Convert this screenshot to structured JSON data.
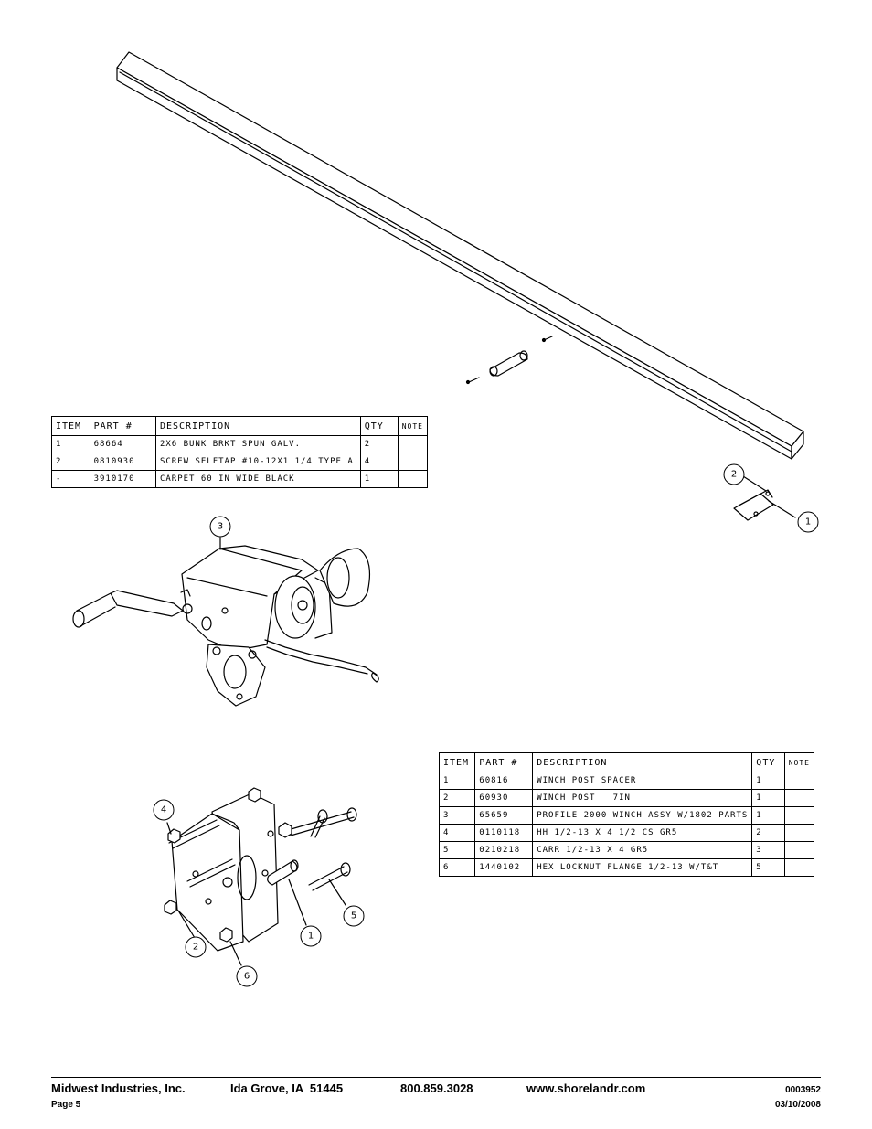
{
  "table_top": {
    "headers": [
      "ITEM",
      "PART #",
      "DESCRIPTION",
      "QTY",
      "NOTE"
    ],
    "rows": [
      [
        "1",
        "68664",
        "2X6 BUNK BRKT SPUN GALV.",
        "2",
        ""
      ],
      [
        "2",
        "0810930",
        "SCREW SELFTAP #10-12X1 1/4 TYPE A",
        "4",
        ""
      ],
      [
        "-",
        "3910170",
        "CARPET 60 IN WIDE BLACK",
        "1",
        ""
      ]
    ]
  },
  "table_bottom": {
    "headers": [
      "ITEM",
      "PART #",
      "DESCRIPTION",
      "QTY",
      "NOTE"
    ],
    "rows": [
      [
        "1",
        "60816",
        "WINCH POST SPACER",
        "1",
        ""
      ],
      [
        "2",
        "60930",
        "WINCH POST   7IN",
        "1",
        ""
      ],
      [
        "3",
        "65659",
        "PROFILE 2000 WINCH ASSY W/1802 PARTS",
        "1",
        ""
      ],
      [
        "4",
        "0110118",
        "HH 1/2-13 X 4 1/2 CS GR5",
        "2",
        ""
      ],
      [
        "5",
        "0210218",
        "CARR 1/2-13 X 4 GR5",
        "3",
        ""
      ],
      [
        "6",
        "1440102",
        "HEX LOCKNUT FLANGE 1/2-13 W/T&T",
        "5",
        ""
      ]
    ]
  },
  "callouts": {
    "bunk_item2": "2",
    "bunk_item1": "1",
    "winch_item3": "3",
    "post_item4": "4",
    "post_item2": "2",
    "post_item6": "6",
    "post_item1": "1",
    "post_item5": "5"
  },
  "footer": {
    "company": "Midwest Industries, Inc.",
    "city": "Ida Grove, IA  51445",
    "phone": "800.859.3028",
    "website": "www.shorelandr.com",
    "page": "Page 5",
    "doc_number": "0003952",
    "date": "03/10/2008"
  }
}
